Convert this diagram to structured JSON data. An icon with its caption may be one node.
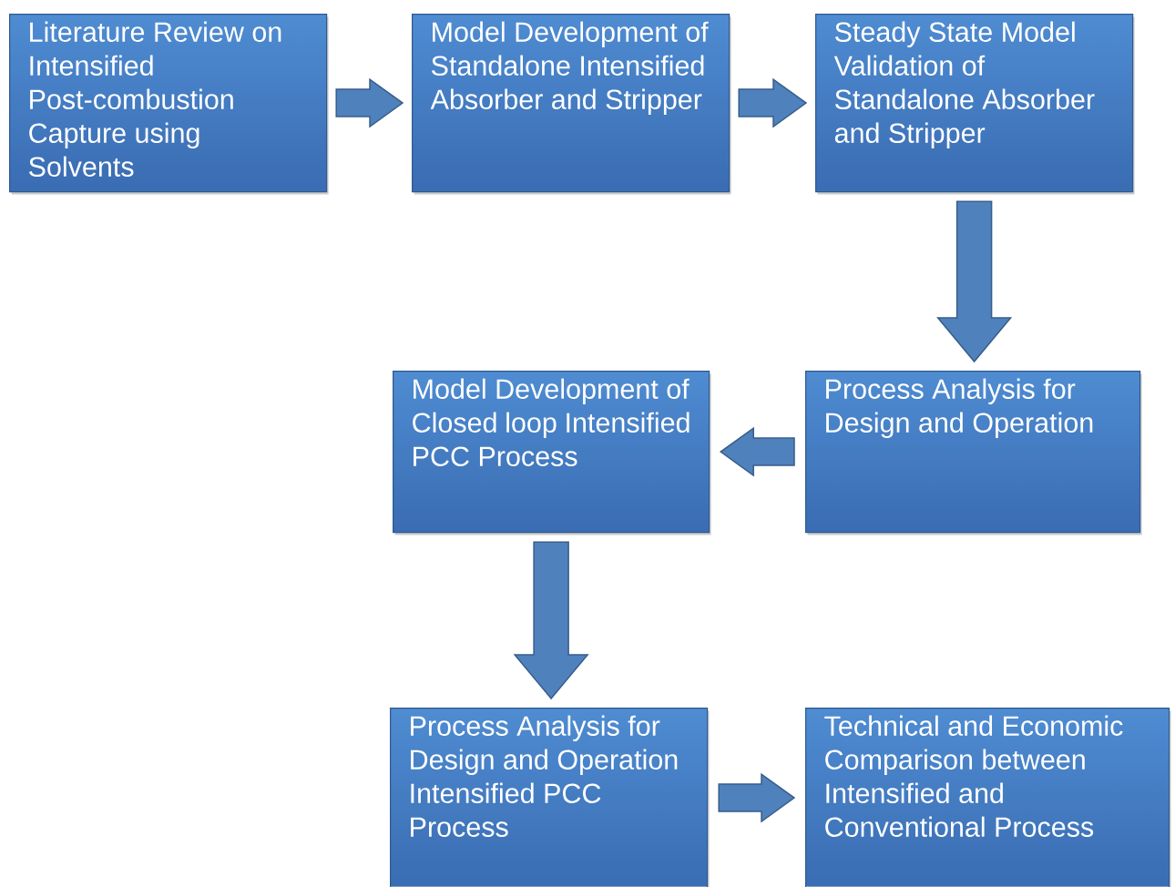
{
  "diagram": {
    "nodes": [
      {
        "text": [
          "Literature Review on Intensified Post-combustion Capture using Solvents"
        ]
      },
      {
        "text": [
          "Model Development of Standalone Intensified Absorber and Stripper"
        ]
      },
      {
        "text": [
          "Steady State Model Validation of Standalone Absorber and Stripper"
        ]
      },
      {
        "text": [
          "Process Analysis for Design and Operation"
        ]
      },
      {
        "text": [
          "Model Development of Closed loop Intensified PCC Process"
        ]
      },
      {
        "text": [
          "Process Analysis for Design and Operation Intensified PCC Process"
        ]
      },
      {
        "text": [
          "Technical and Economic Comparison between Intensified and Conventional Process"
        ]
      }
    ],
    "edges": [
      {
        "from": 0,
        "to": 1,
        "arrow": "to"
      },
      {
        "from": 1,
        "to": 2,
        "arrow": "to"
      },
      {
        "from": 2,
        "to": 3,
        "arrow": "to"
      },
      {
        "from": 3,
        "to": 4,
        "arrow": "to"
      },
      {
        "from": 4,
        "to": 5,
        "arrow": "to"
      },
      {
        "from": 5,
        "to": 6,
        "arrow": "to"
      }
    ]
  }
}
